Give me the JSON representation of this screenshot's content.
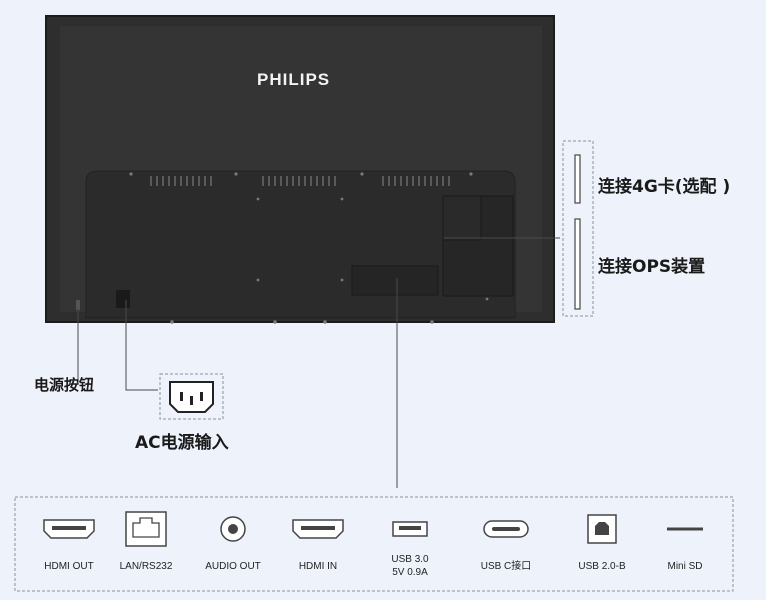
{
  "brand": "PHILIPS",
  "callouts": {
    "sim_slot": "连接4G卡(选配 )",
    "ops_slot": "连接OPS装置",
    "power_button": "电源按钮",
    "ac_input": "AC电源输入"
  },
  "ports": [
    {
      "label": "HDMI OUT",
      "icon": "hdmi-port-icon"
    },
    {
      "label": "LAN/RS232",
      "icon": "ethernet-port-icon"
    },
    {
      "label": "AUDIO OUT",
      "icon": "audio-jack-icon"
    },
    {
      "label": "HDMI IN",
      "icon": "hdmi-port-icon"
    },
    {
      "label": "USB 3.0",
      "label2": "5V 0.9A",
      "icon": "usb-a-port-icon"
    },
    {
      "label": "USB C接口",
      "icon": "usb-c-port-icon"
    },
    {
      "label": "USB 2.0-B",
      "icon": "usb-b-port-icon"
    },
    {
      "label": "Mini SD",
      "icon": "mini-sd-slot-icon"
    }
  ],
  "colors": {
    "background": "#eef3fb",
    "monitor_body": "#2c2c2c",
    "line": "#444444",
    "dashed_border": "#8a8f98"
  }
}
